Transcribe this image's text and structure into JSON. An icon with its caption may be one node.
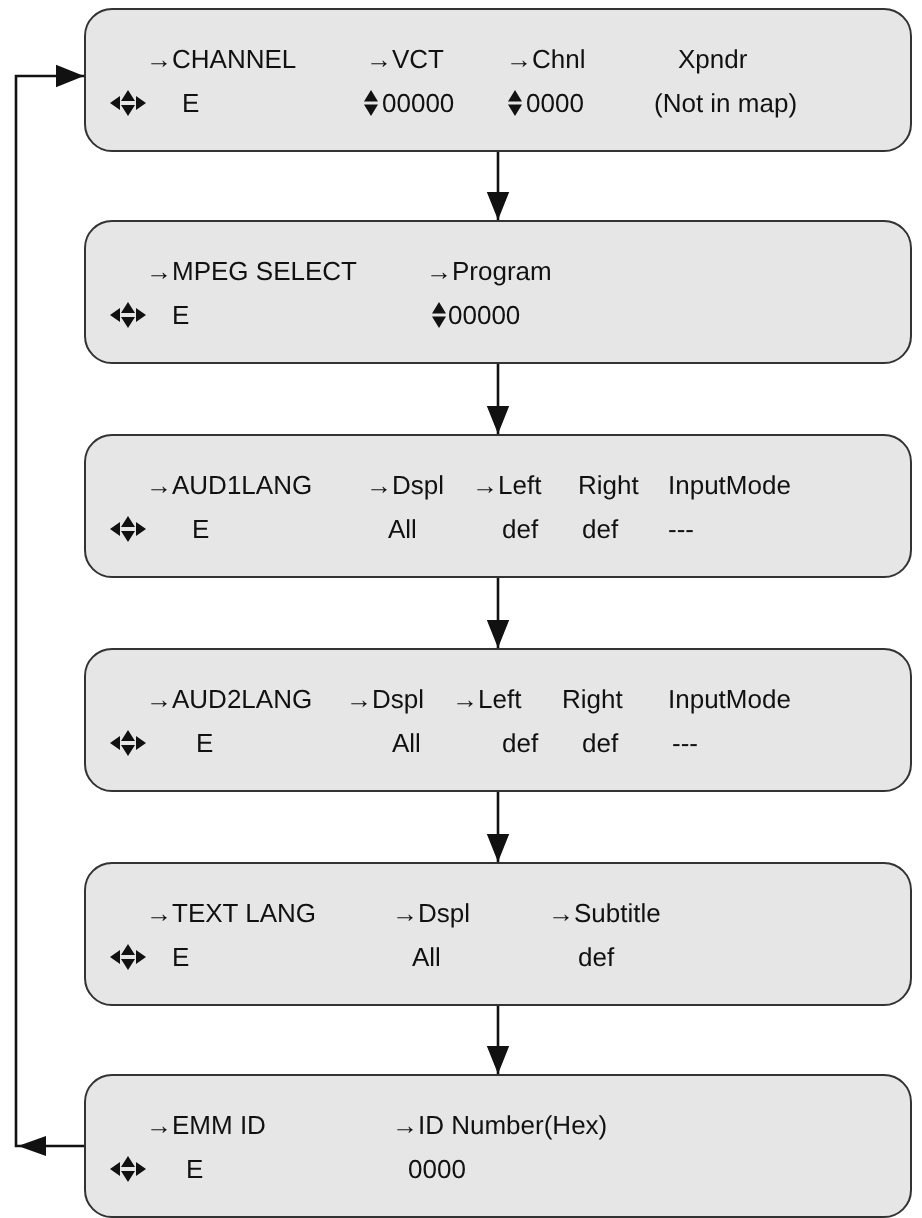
{
  "diagram": {
    "nodes": [
      {
        "text": [
          "→CHANNEL",
          "→VCT",
          "→Chnl",
          "Xpndr",
          "E",
          "00000",
          "0000",
          "(Not in map)"
        ]
      },
      {
        "text": [
          "→MPEG SELECT",
          "→Program",
          "E",
          "00000"
        ]
      },
      {
        "text": [
          "→AUD1LANG",
          "→Dspl",
          "→Left",
          "Right",
          "InputMode",
          "E",
          "All",
          "def",
          "def",
          "---"
        ]
      },
      {
        "text": [
          "→AUD2LANG",
          "→Dspl",
          "→Left",
          "Right",
          "InputMode",
          "E",
          "All",
          "def",
          "def",
          "---"
        ]
      },
      {
        "text": [
          "→TEXT LANG",
          "→Dspl",
          "→Subtitle",
          "E",
          "All",
          "def"
        ]
      },
      {
        "text": [
          "→EMM ID",
          "→ID Number(Hex)",
          "E",
          "0000"
        ]
      }
    ],
    "edges": [
      {
        "from": 0,
        "to": 1,
        "arrow": "to"
      },
      {
        "from": 1,
        "to": 2,
        "arrow": "to"
      },
      {
        "from": 2,
        "to": 3,
        "arrow": "to"
      },
      {
        "from": 3,
        "to": 4,
        "arrow": "to"
      },
      {
        "from": 4,
        "to": 5,
        "arrow": "to"
      },
      {
        "from": 5,
        "to": 0,
        "arrow": "to"
      }
    ]
  }
}
